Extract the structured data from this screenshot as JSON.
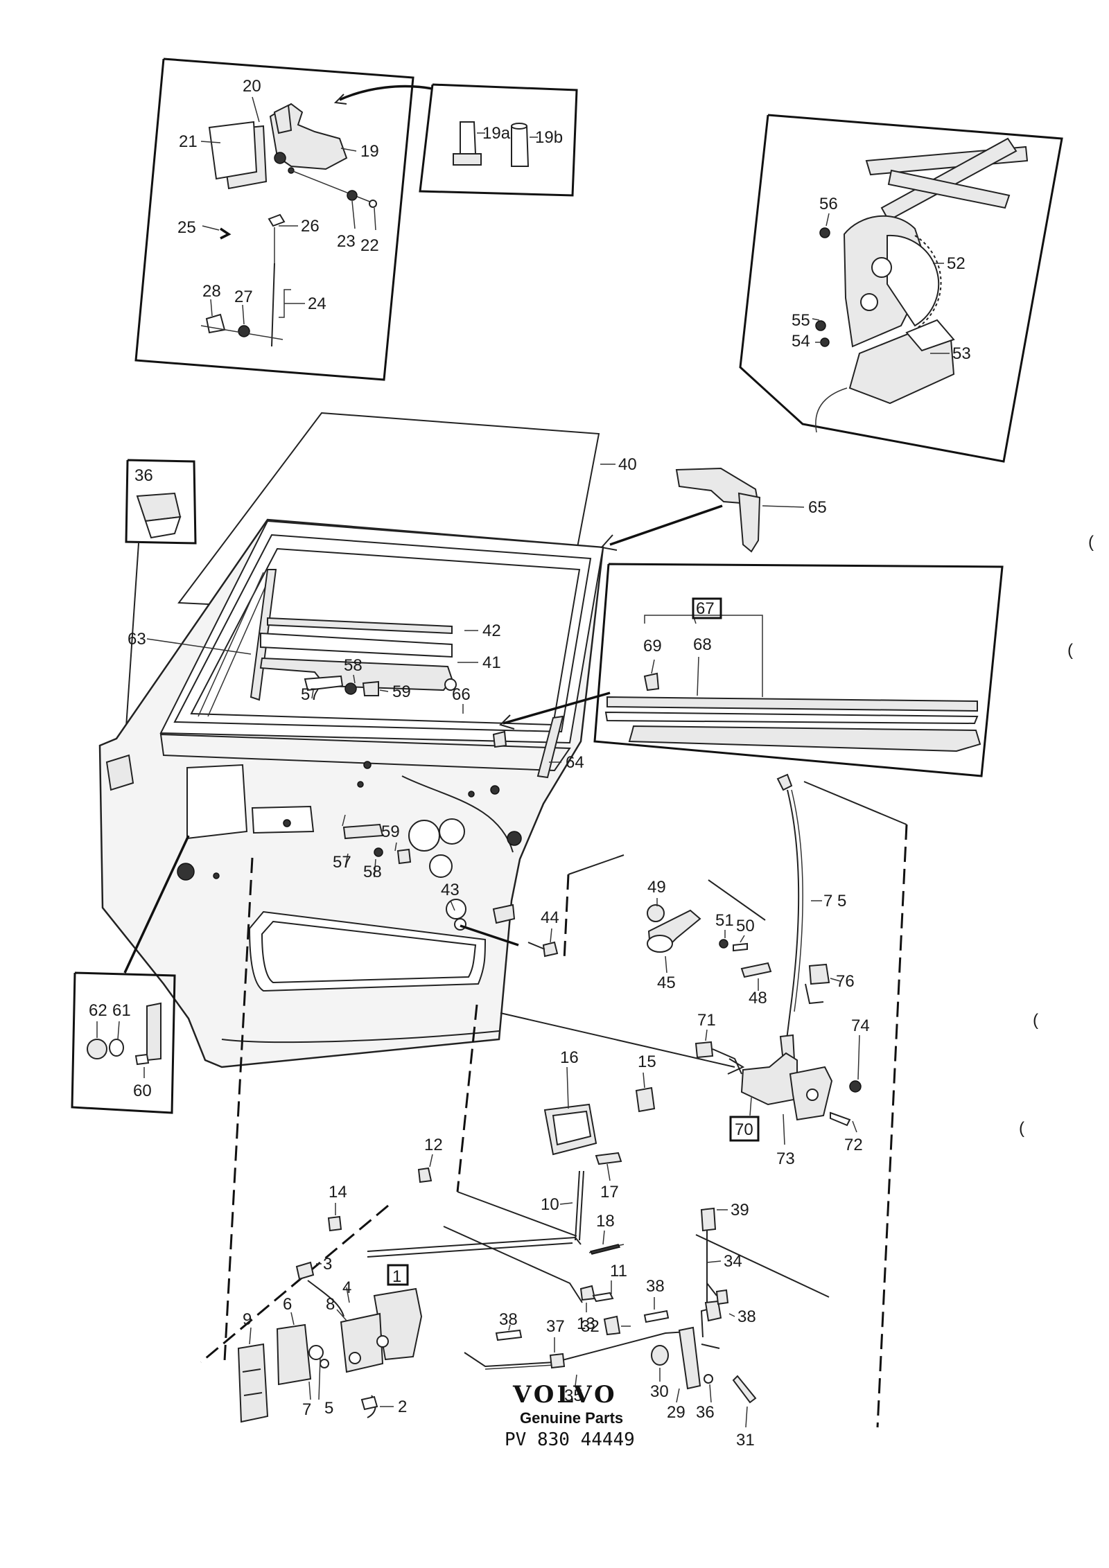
{
  "colors": {
    "line": "#222222",
    "panel_fill": "#f4f4f4",
    "part_fill": "#e9e9e9"
  },
  "callouts": {
    "c1": "1",
    "c2": "2",
    "c3": "3",
    "c4": "4",
    "c5": "5",
    "c6": "6",
    "c7": "7",
    "c8": "8",
    "c9": "9",
    "c10": "10",
    "c11": "11",
    "c12": "12",
    "c13": "13",
    "c14": "14",
    "c15": "15",
    "c16": "16",
    "c17": "17",
    "c18": "18",
    "c19": "19",
    "c19a": "19a",
    "c19b": "19b",
    "c20": "20",
    "c21": "21",
    "c22": "22",
    "c23": "23",
    "c24": "24",
    "c25": "25",
    "c26": "26",
    "c27": "27",
    "c28": "28",
    "c29": "29",
    "c30": "30",
    "c31": "31",
    "c32": "32",
    "c34": "34",
    "c35": "35",
    "c36": "36",
    "c36b": "36",
    "c37": "37",
    "c38a": "38",
    "c38b": "38",
    "c38c": "38",
    "c39": "39",
    "c40": "40",
    "c41": "41",
    "c42": "42",
    "c43": "43",
    "c44": "44",
    "c45": "45",
    "c48": "48",
    "c49": "49",
    "c50": "50",
    "c51": "51",
    "c52": "52",
    "c53": "53",
    "c54": "54",
    "c55": "55",
    "c56": "56",
    "c57a": "57",
    "c57b": "57",
    "c58a": "58",
    "c58b": "58",
    "c59a": "59",
    "c59b": "59",
    "c60": "60",
    "c61": "61",
    "c62": "62",
    "c63": "63",
    "c64": "64",
    "c65": "65",
    "c66": "66",
    "c67": "67",
    "c68": "68",
    "c69": "69",
    "c70": "70",
    "c71": "71",
    "c72": "72",
    "c73": "73",
    "c74": "74",
    "c75": "7 5",
    "c76": "76"
  },
  "branding": {
    "logo": "VOLVO",
    "subtitle": "Genuine Parts",
    "part_number": "PV 830  44449"
  },
  "margin_marks": [
    "(",
    "(",
    "(",
    "("
  ]
}
